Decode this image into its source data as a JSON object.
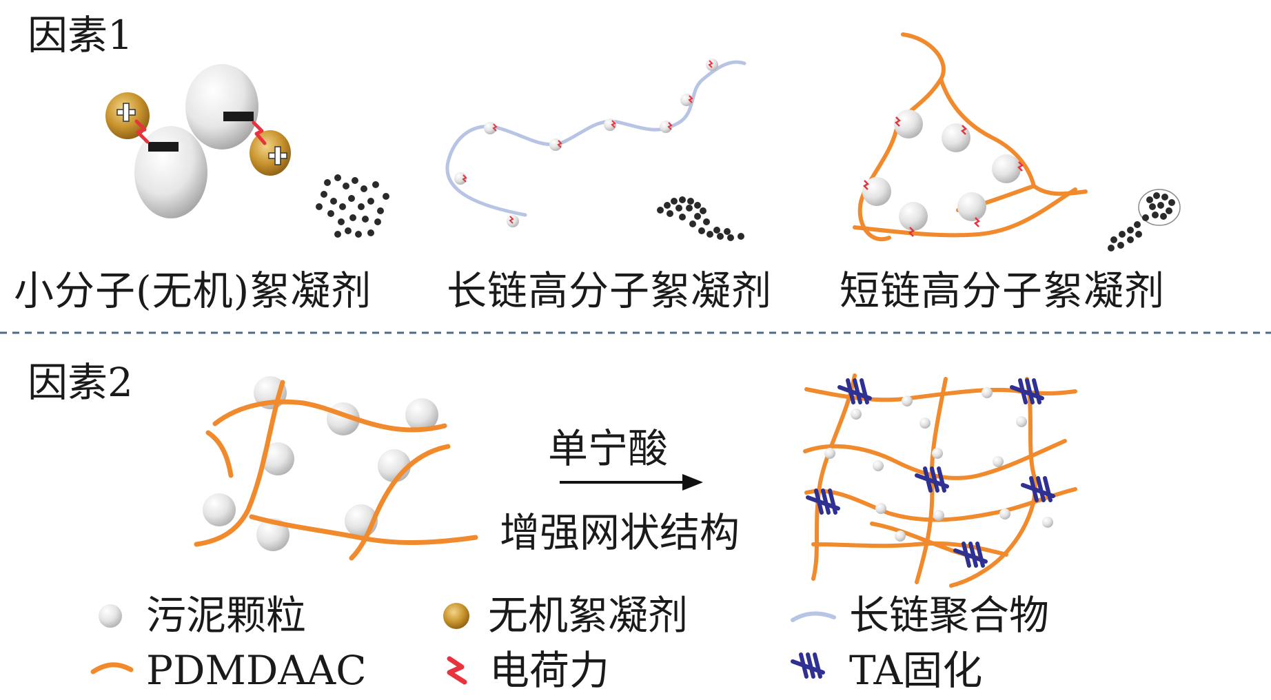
{
  "factor1": {
    "label": "因素1"
  },
  "factor2": {
    "label": "因素2"
  },
  "captions": {
    "small_molecule": "小分子(无机)絮凝剂",
    "long_chain": "长链高分子絮凝剂",
    "short_chain": "短链高分子絮凝剂"
  },
  "process": {
    "reagent": "单宁酸",
    "effect": "增强网状结构"
  },
  "legend": {
    "sludge_particle": "污泥颗粒",
    "inorganic_flocculant": "无机絮凝剂",
    "long_chain_polymer": "长链聚合物",
    "pdmdaac": "PDMDAAC",
    "charge_force": "电荷力",
    "ta_immobilization": "TA固化"
  },
  "colors": {
    "orange_chain": "#f08a2c",
    "long_chain_blue": "#b7c4e4",
    "charge_red": "#e8333f",
    "ta_crosslink": "#2e3192",
    "particle_grey": "#d9d9d9",
    "inorganic_gold": "#c99a3a",
    "divider": "#4a6a8a"
  },
  "icons": [
    "plus-sign-icon",
    "minus-sign-icon",
    "charge-zigzag-icon",
    "arrow-right-icon"
  ]
}
